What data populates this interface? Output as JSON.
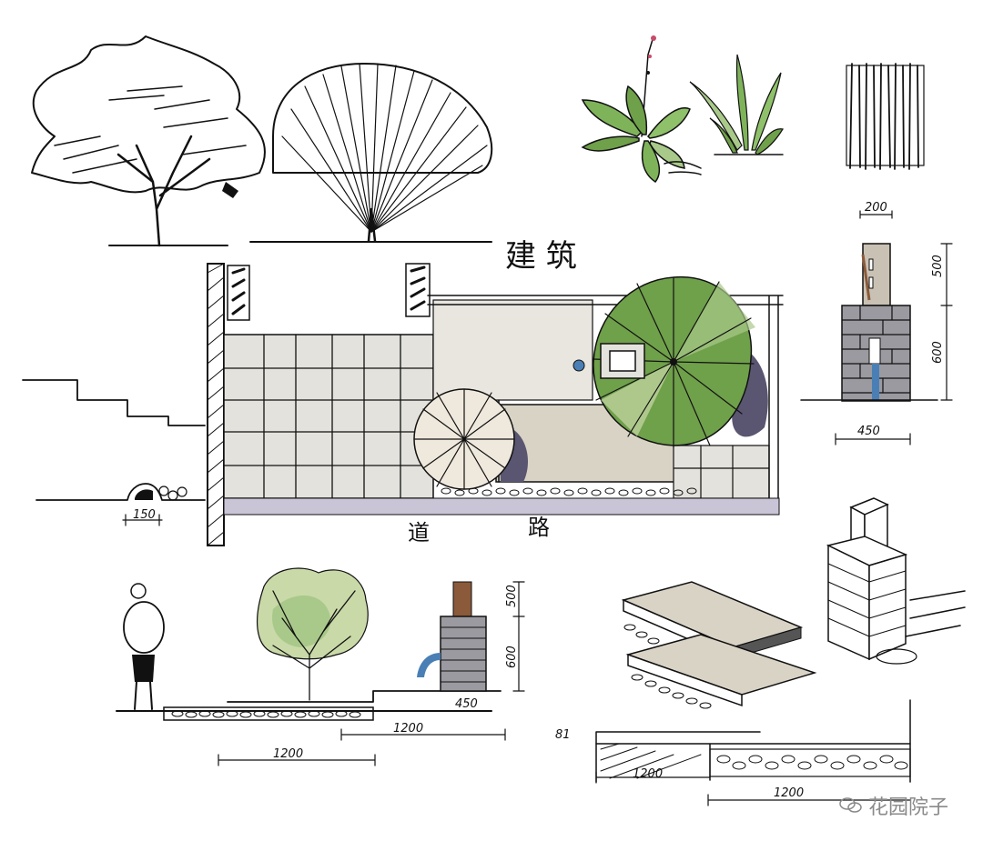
{
  "labels": {
    "building": "建 筑",
    "road_1": "道",
    "road_2": "路",
    "dims": {
      "pillar_top_width": "200",
      "pillar_top_height": "500",
      "pillar_base_height": "600",
      "pillar_base_width": "450",
      "step_width": "150",
      "section_1200_a": "1200",
      "section_1200_b": "1200",
      "section_500": "500",
      "section_600": "600",
      "section_450": "450",
      "detail_1200_a": "1200",
      "detail_1200_b": "1200",
      "detail_mark": "81"
    }
  },
  "watermark": {
    "text": "花园院子"
  },
  "colors": {
    "ink": "#111111",
    "paving": "#e4e2dc",
    "gravel_pad": "#d9d3c6",
    "leaf_green": "#6fa04a",
    "leaf_light": "#a9c98a",
    "leaf_pale": "#c9d9a8",
    "shadow_purple": "#5a5570",
    "brick_gray": "#8e8e93",
    "water_blue": "#4a7fb5",
    "rust": "#8a5a3a"
  },
  "icons": [
    "shrub-tree-icon",
    "fan-tree-icon",
    "leafy-plant-icon",
    "grass-clump-icon",
    "bamboo-screen-icon",
    "water-pillar-icon",
    "person-figure-icon",
    "watermark-chat-icon"
  ]
}
